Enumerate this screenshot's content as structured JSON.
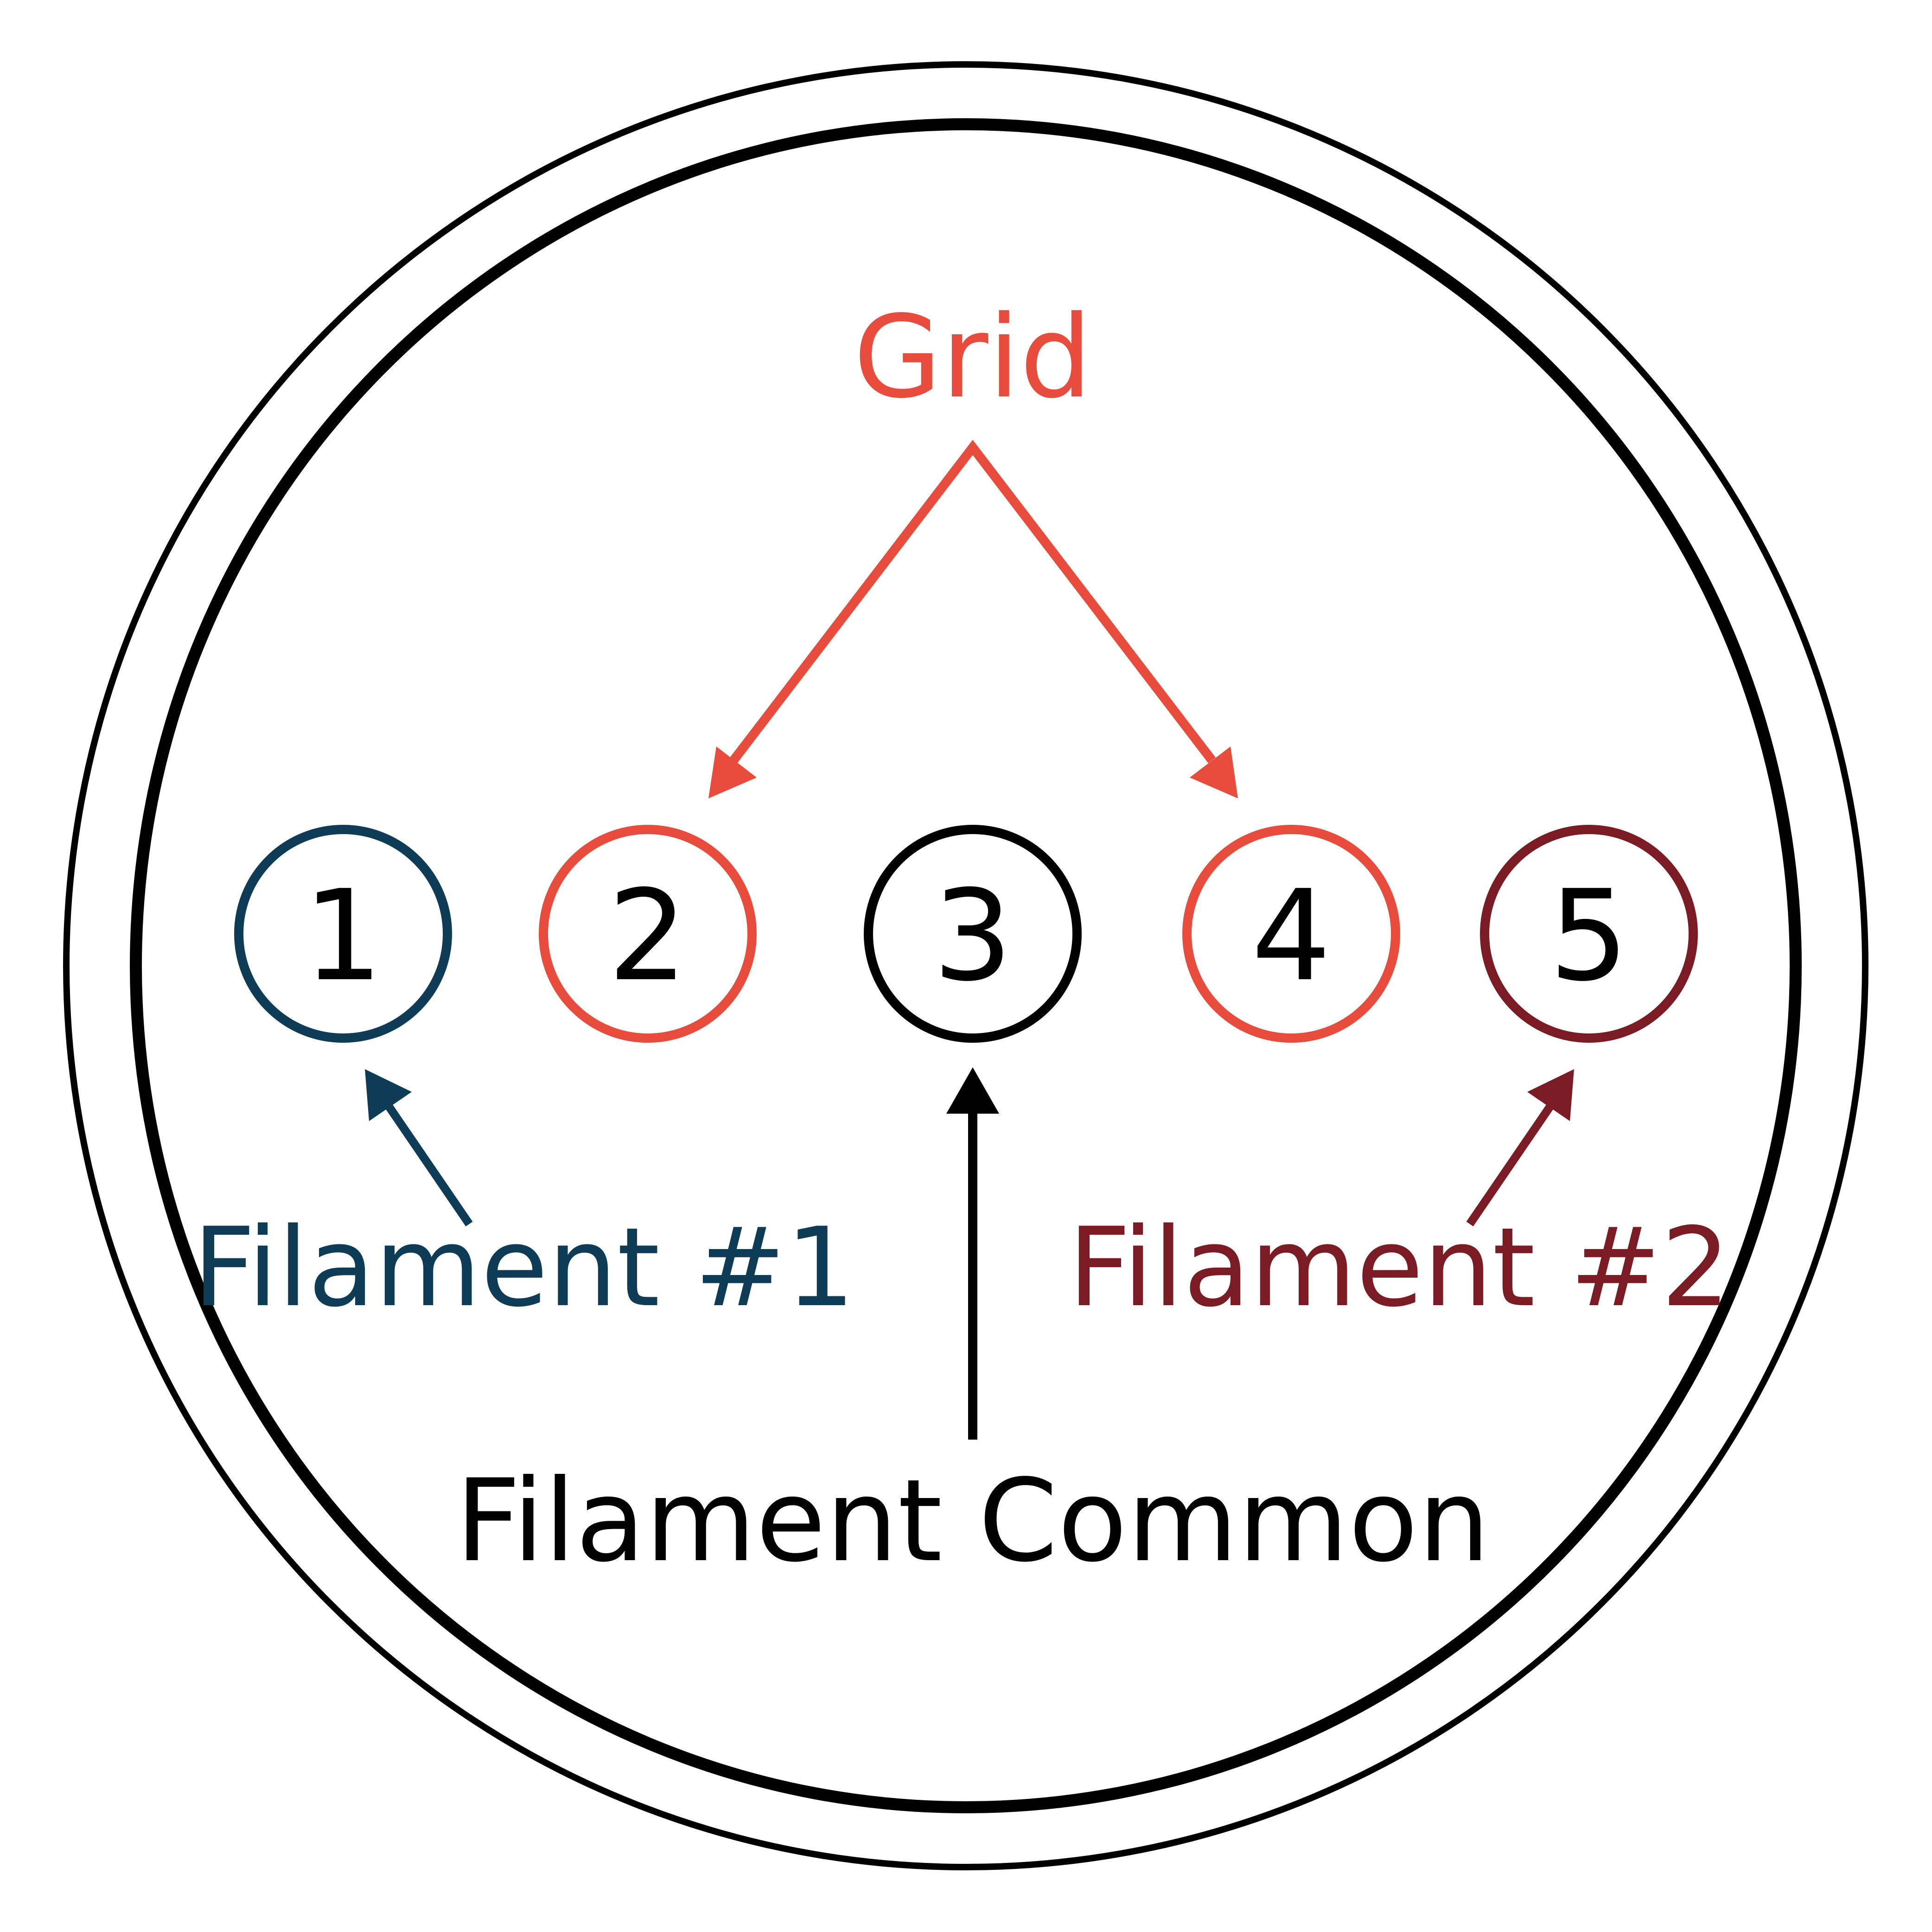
{
  "colors": {
    "grid": "#E74C3C",
    "filament_1": "#0E3B55",
    "filament_2": "#7B1C25",
    "common": "#000000",
    "outline": "#000000",
    "background": "#FFFFFF"
  },
  "labels": {
    "grid": "Grid",
    "filament_1": "Filament #1",
    "filament_2": "Filament #2",
    "filament_common": "Filament Common"
  },
  "pins": [
    {
      "number": "1",
      "role": "filament_1"
    },
    {
      "number": "2",
      "role": "grid"
    },
    {
      "number": "3",
      "role": "common"
    },
    {
      "number": "4",
      "role": "grid"
    },
    {
      "number": "5",
      "role": "filament_2"
    }
  ]
}
